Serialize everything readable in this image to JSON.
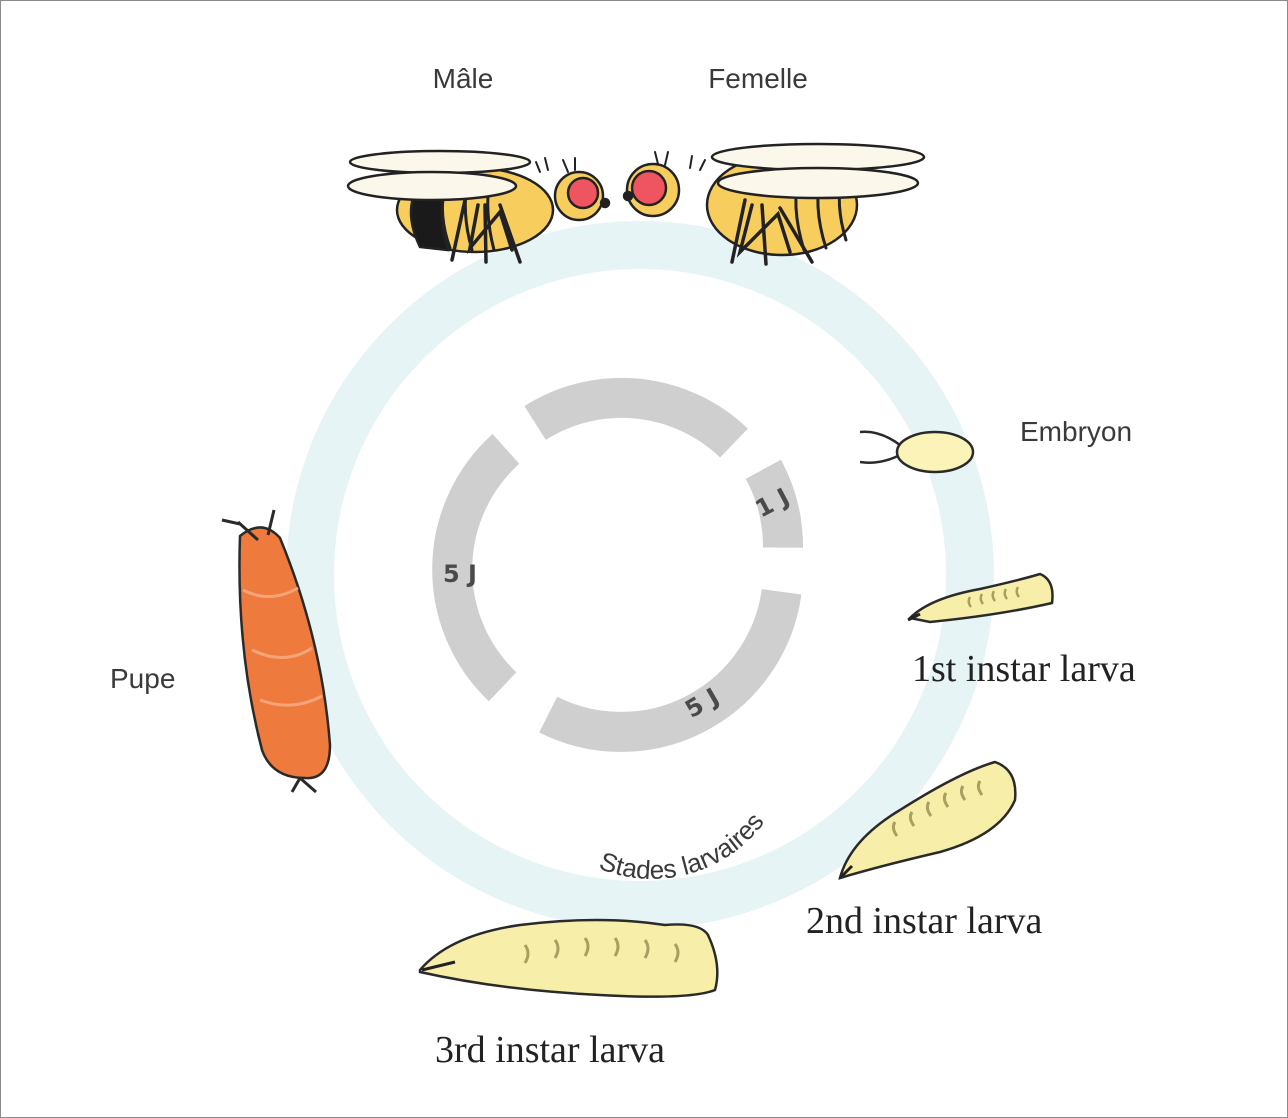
{
  "labels": {
    "male": "Mâle",
    "female": "Femelle",
    "embryo": "Embryon",
    "pupa": "Pupe",
    "larva1": "1st instar larva",
    "larva2": "2nd instar larva",
    "larva3": "3rd instar larva",
    "larval_stages": "Stades larvaires"
  },
  "durations": {
    "embryo": "1 J",
    "larval": "5 J",
    "pupal": "5 J"
  },
  "colors": {
    "cycle_ring": "#e6f4f6",
    "duration_ring": "#cfcfd0",
    "pupa": "#ee7a3e",
    "larva": "#f7eeaa",
    "fly_body": "#f7cd5e",
    "fly_eye": "#ee5560",
    "embryo": "#fbf3b8"
  },
  "icons": [
    "male-fly-icon",
    "female-fly-icon",
    "embryo-icon",
    "larva-icon",
    "pupa-icon"
  ]
}
